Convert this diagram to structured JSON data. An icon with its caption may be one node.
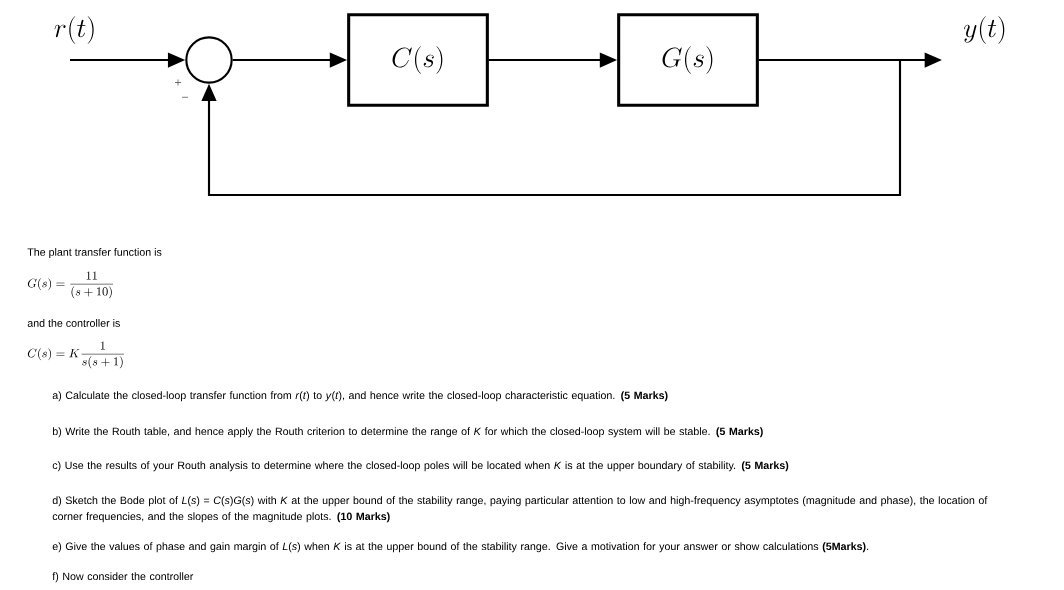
{
  "diagram": {
    "nodes": [
      {
        "text": [],
        "shape": "circle"
      },
      {
        "text": [
          "C(s)"
        ]
      },
      {
        "text": [
          "G(s)"
        ]
      }
    ],
    "edges": [
      {
        "from": null,
        "to": 0,
        "arrow": "to",
        "label": "r(t)"
      },
      {
        "from": 0,
        "to": 1,
        "arrow": "to"
      },
      {
        "from": 1,
        "to": 2,
        "arrow": "to"
      },
      {
        "from": 2,
        "to": null,
        "arrow": "to",
        "label": "y(t)"
      },
      {
        "from": 2,
        "to": 0,
        "arrow": "to"
      }
    ],
    "labels": [
      "+",
      "−",
      "The plant transfer function is",
      "G(s) = \\frac{11}{(s+10)}",
      "and the controller is",
      "C(s) = K\\frac{1}{s(s+1)}",
      "a) Calculate the closed-loop transfer function from *r*(*t*) to *y*(*t*), and hence write the closed-loop characteristic equation.  **(5 Marks)**",
      "b) Write the Routh table, and hence apply the Routh criterion to determine the range of *K* for which the closed-loop system will be stable.  **(5 Marks)**",
      "c) Use the results of your Routh analysis to determine where the closed-loop poles will be located when *K* is at the upper boundary of stability.  **(5 Marks)**",
      "d) Sketch the Bode plot of *L*(*s*) = *C*(*s*)*G*(*s*) with *K* at the upper bound of the stability range, paying particular attention to low and high-frequency asymptotes (magnitude and phase), the location of corner frequencies, and the slopes of the magnitude plots.  **(10 Marks)**",
      "e) Give the values of phase and gain margin of *L*(*s*) when *K* is at the upper bound of the stability range. Give a motivation for your answer or show calculations **(5Marks)**.",
      "f) Now consider the controller"
    ]
  }
}
